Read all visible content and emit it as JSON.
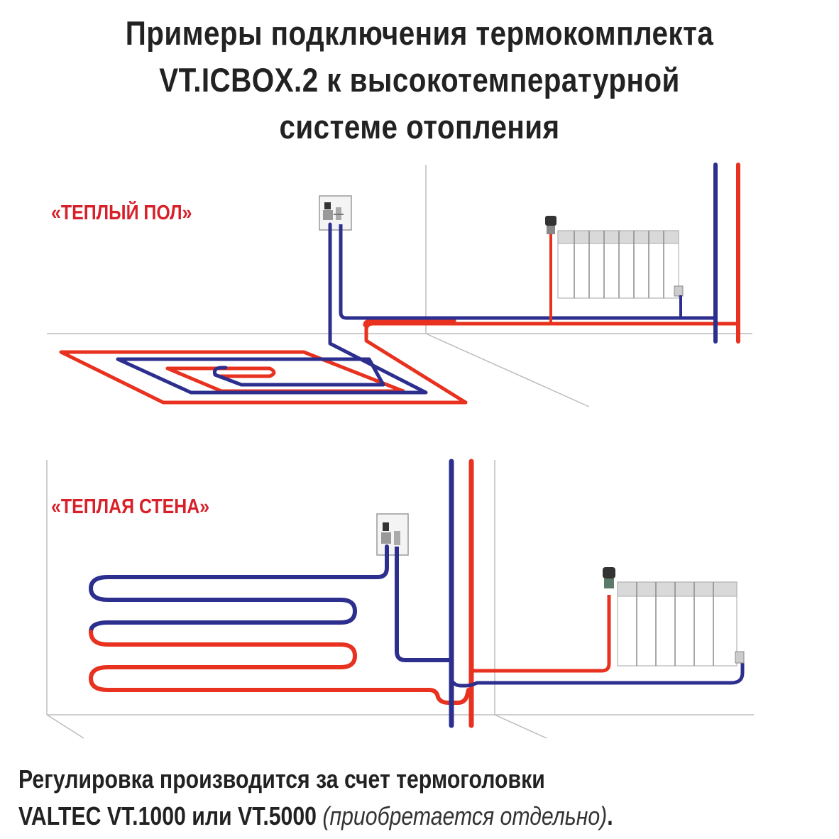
{
  "title": {
    "lines": [
      "Примеры подключения термокомплекта",
      "VT.ICBOX.2 к высокотемпературной",
      "системе отопления"
    ]
  },
  "diagrams": {
    "floor": {
      "label": "«ТЕПЛЫЙ ПОЛ»",
      "components": [
        "wall-box-manifold",
        "floor-heating-loop",
        "radiator",
        "thermostatic-head",
        "supply-riser",
        "return-riser"
      ]
    },
    "wall": {
      "label": "«ТЕПЛАЯ СТЕНА»",
      "components": [
        "wall-box-manifold",
        "wall-heating-loop",
        "radiator",
        "thermostatic-head",
        "supply-riser",
        "return-riser"
      ]
    }
  },
  "footer": {
    "line1": "Регулировка производится за счет термоголовки",
    "line2_main": "VALTEC VT.1000 или VT.5000 ",
    "line2_note": "(приобретается отдельно)",
    "line2_end": "."
  },
  "colors": {
    "hot_pipe": "#e8311f",
    "cold_pipe": "#2d2f8f",
    "label_red": "#d8202a",
    "text_dark": "#222222",
    "wall_lines": "#bbbbbb"
  }
}
